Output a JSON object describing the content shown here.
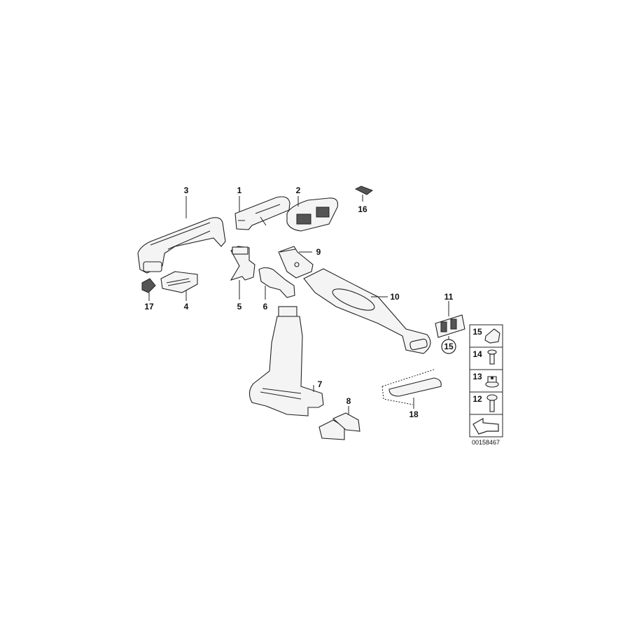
{
  "diagram": {
    "callouts": [
      {
        "id": "3",
        "label": "3"
      },
      {
        "id": "1",
        "label": "1"
      },
      {
        "id": "2",
        "label": "2"
      },
      {
        "id": "16",
        "label": "16"
      },
      {
        "id": "9",
        "label": "9"
      },
      {
        "id": "10",
        "label": "10"
      },
      {
        "id": "11",
        "label": "11"
      },
      {
        "id": "15c",
        "label": "15"
      },
      {
        "id": "17",
        "label": "17"
      },
      {
        "id": "4",
        "label": "4"
      },
      {
        "id": "5",
        "label": "5"
      },
      {
        "id": "6",
        "label": "6"
      },
      {
        "id": "7",
        "label": "7"
      },
      {
        "id": "8",
        "label": "8"
      },
      {
        "id": "18",
        "label": "18"
      }
    ],
    "legend": [
      {
        "label": "15",
        "icon": "clip-icon"
      },
      {
        "label": "14",
        "icon": "countersunk-screw-icon"
      },
      {
        "label": "13",
        "icon": "hex-nut-icon"
      },
      {
        "label": "12",
        "icon": "pan-head-screw-icon"
      },
      {
        "label": "",
        "icon": "arrow-icon"
      }
    ],
    "diagram_code": "00158467"
  }
}
